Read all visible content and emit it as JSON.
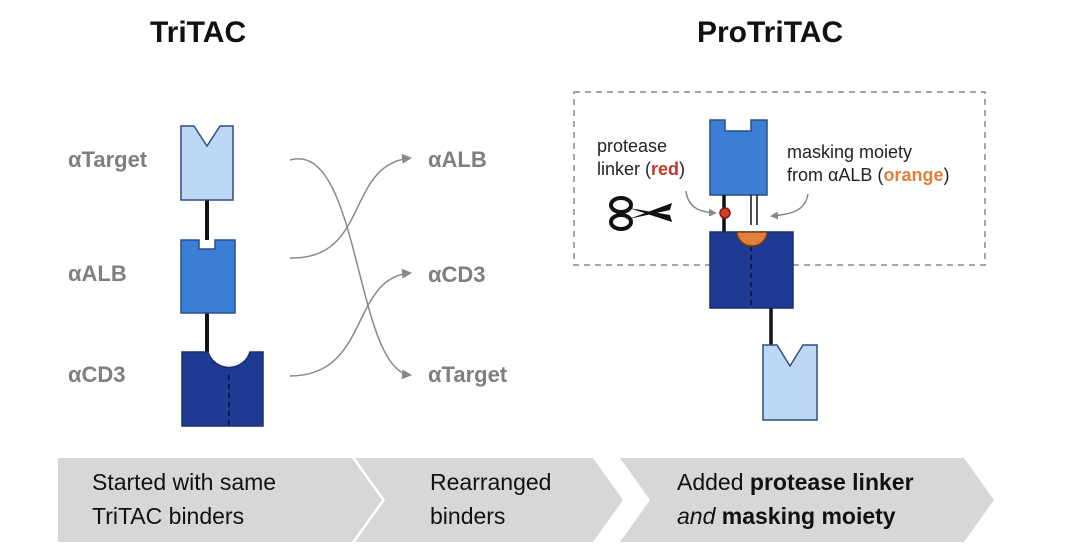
{
  "titles": {
    "left": "TriTAC",
    "right": "ProTriTAC"
  },
  "left_labels": {
    "target": "αTarget",
    "alb": "αALB",
    "cd3": "αCD3"
  },
  "middle_labels": {
    "alb": "αALB",
    "cd3": "αCD3",
    "target": "αTarget"
  },
  "annotations": {
    "protease_line1": "protease",
    "protease_line2_prefix": "linker (",
    "protease_color_word": "red",
    "protease_line2_suffix": ")",
    "masking_line1": "masking moiety",
    "masking_line2_prefix": "from αALB (",
    "masking_color_word": "orange",
    "masking_line2_suffix": ")"
  },
  "steps": [
    {
      "line1": "Started with same",
      "line2": "TriTAC binders"
    },
    {
      "line1": "Rearranged",
      "line2": "binders"
    },
    {
      "line1_prefix": "Added ",
      "line1_bold": "protease linker",
      "line2_italic": "and",
      "line2_bold": "masking moiety"
    }
  ],
  "colors": {
    "light_blue": "#bdd7f5",
    "mid_blue": "#3a7fd5",
    "dark_blue": "#1f3a93",
    "outline": "#2d4f86",
    "arrow_gray": "#888888",
    "step_gray": "#d7d7d7",
    "red": "#c0392b",
    "orange": "#e0803a"
  },
  "icons": {
    "scissors": "scissors-icon"
  }
}
